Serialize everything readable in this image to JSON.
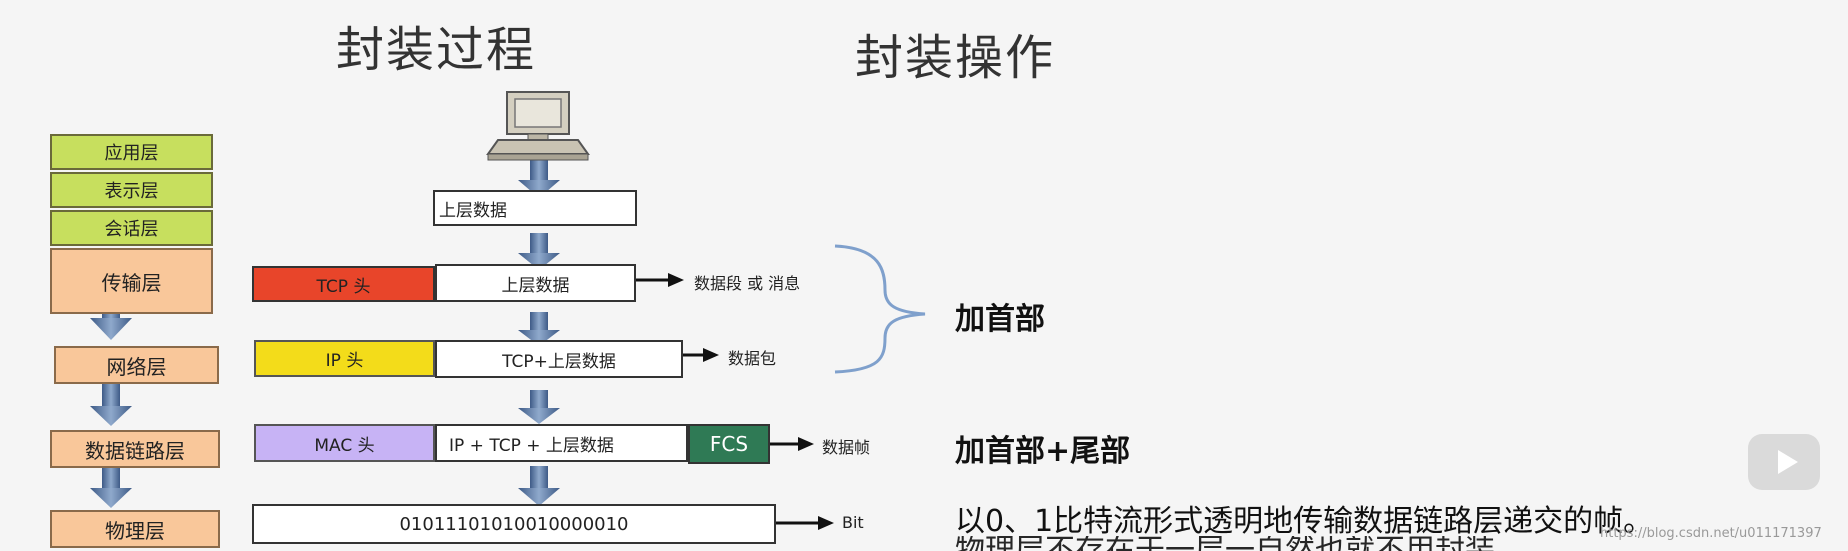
{
  "titles": {
    "process": "封装过程",
    "operation": "封装操作"
  },
  "layers": [
    "应用层",
    "表示层",
    "会话层",
    "传输层",
    "网络层",
    "数据链路层",
    "物理层"
  ],
  "rows": {
    "upper": {
      "data": "上层数据"
    },
    "tcp": {
      "header": "TCP 头",
      "data": "上层数据",
      "label": "数据段 或 消息"
    },
    "ip": {
      "header": "IP 头",
      "data": "TCP+上层数据",
      "label": "数据包"
    },
    "mac": {
      "header": "MAC 头",
      "data": "IP + TCP + 上层数据",
      "trailer": "FCS",
      "label": "数据帧"
    },
    "bit": {
      "data": "010111010100100000​10",
      "label": "Bit"
    }
  },
  "operations": {
    "add_header": "加首部",
    "add_header_trailer": "加首部+尾部",
    "description": "以0、1比特流形式透明地传输数据链路层递交的帧。",
    "description_cut": "物理层不存在于一层一自然也就不用封装"
  },
  "watermark": "https://blog.csdn.net/u011171397",
  "colors": {
    "tcp_header": "#e8452a",
    "ip_header": "#f3dc1a",
    "mac_header": "#c7b3f5",
    "fcs": "#2f7a55",
    "layer_green": "#c7df5e",
    "layer_orange": "#f9c79a",
    "arrow": "#4e6f9e"
  }
}
